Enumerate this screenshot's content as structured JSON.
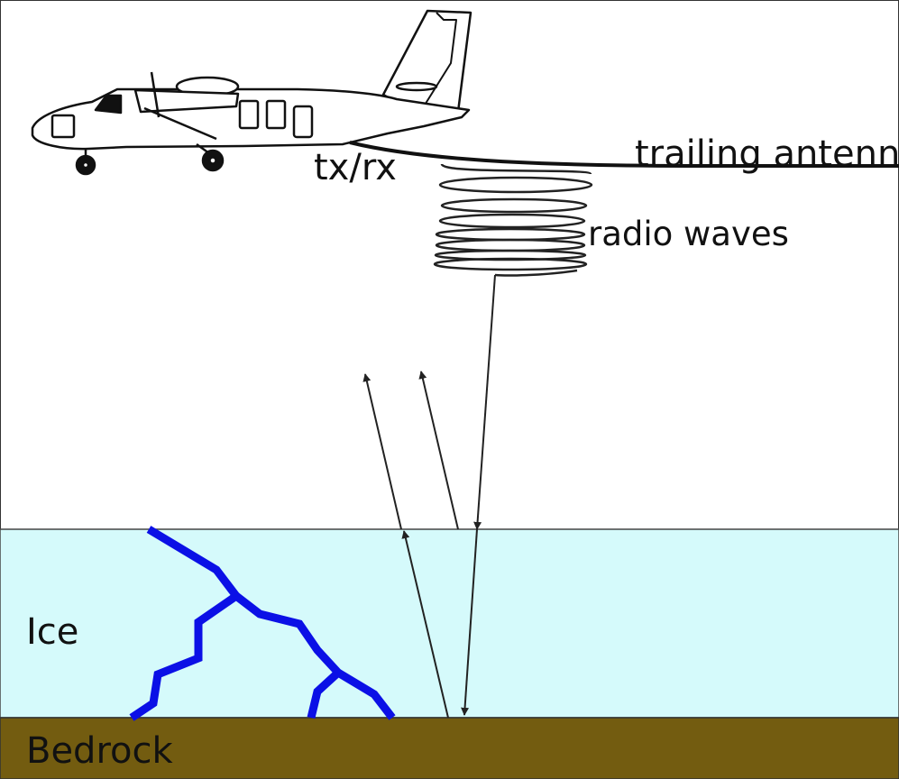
{
  "labels": {
    "txrx": "tx/rx",
    "antenna": "trailing antenna",
    "waves": "radio waves",
    "ice": "Ice",
    "bedrock": "Bedrock"
  },
  "colors": {
    "sky": "#ffffff",
    "ice": "#d5fafb",
    "bedrock": "#735c10",
    "channel": "#0b10e6",
    "line": "#222222"
  }
}
